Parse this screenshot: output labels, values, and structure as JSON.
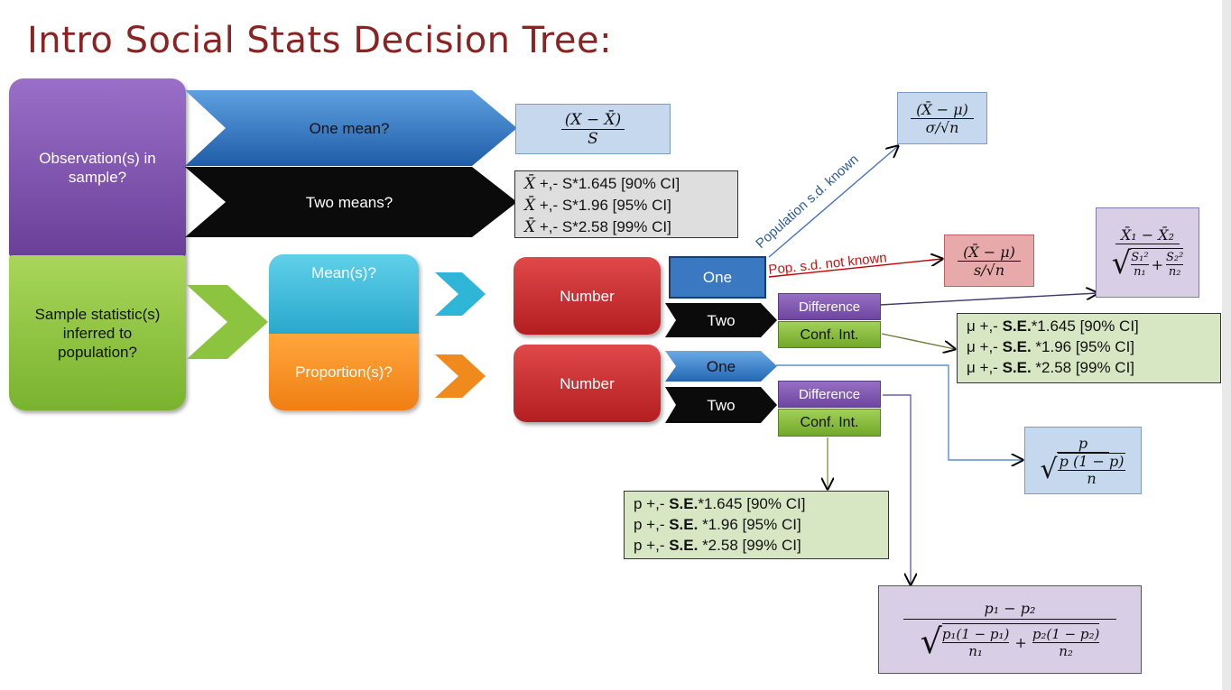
{
  "title": "Intro Social Stats Decision Tree:",
  "colors": {
    "title": "#8b2323",
    "purple": "#7b4fa6",
    "green": "#8cc43f",
    "blue": "#2e75b6",
    "black": "#111111",
    "red": "#c0282b",
    "cyan": "#30b6d8",
    "orange": "#f08a1c"
  },
  "blocks": {
    "observations": "Observation(s) in sample?",
    "sample_statistic": "Sample statistic(s) inferred to population?",
    "means": "Mean(s)?",
    "proportions": "Proportion(s)?",
    "number_mean": "Number",
    "number_prop": "Number"
  },
  "arrows": {
    "one_mean": "One mean?",
    "two_means": "Two means?",
    "mean_one": "One",
    "mean_two": "Two",
    "prop_one": "One",
    "prop_two": "Two"
  },
  "options": {
    "mean_difference": "Difference",
    "mean_conf_int": "Conf. Int.",
    "prop_difference": "Difference",
    "prop_conf_int": "Conf. Int."
  },
  "line_labels": {
    "pop_sd_known": "Population s.d. known",
    "pop_sd_not_known": "Pop. s.d. not known"
  },
  "ci_two_means": {
    "l1": " +,- S*1.645 [90% CI]",
    "l2": " +,- S*1.96 [95% CI]",
    "l3": " +,- S*2.58 [99% CI]"
  },
  "ci_mean": {
    "prefix": "μ +,- ",
    "se": "S.E.",
    "l1": "*1.645 [90% CI]",
    "l2": " *1.96 [95% CI]",
    "l3": " *2.58 [99% CI]"
  },
  "ci_prop": {
    "prefix": "p +,- ",
    "se": "S.E.",
    "l1": "*1.645 [90% CI]",
    "l2": " *1.96 [95% CI]",
    "l3": " *2.58 [99% CI]"
  },
  "formulas": {
    "z_score_num": "(X − X̄)",
    "z_score_den": "S",
    "z_known_num": "(X̄ − μ)",
    "z_known_den": "σ/√n",
    "t_num": "(X̄ − μ)",
    "t_den": "s/√n",
    "diff_means_num": "X̄₁ − X̄₂",
    "prop_num": "p",
    "prop_den_a": "p (1 − p)",
    "prop_den_b": "n",
    "diff_prop_num": "p₁ − p₂"
  }
}
